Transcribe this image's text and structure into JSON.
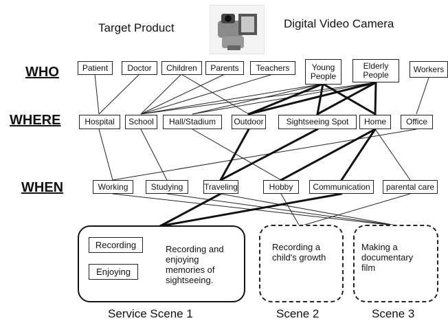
{
  "header": {
    "target_label": "Target Product",
    "product_name": "Digital Video Camera",
    "product_image_icon": "video-camera-photo"
  },
  "rows": {
    "who": "WHO",
    "where": "WHERE",
    "when": "WHEN"
  },
  "who": [
    "Patient",
    "Doctor",
    "Children",
    "Parents",
    "Teachers",
    "Young People",
    "Elderly People",
    "Workers"
  ],
  "where": [
    "Hospital",
    "School",
    "Hall/Stadium",
    "Outdoor",
    "Sightseeing Spot",
    "Home",
    "Office"
  ],
  "when": [
    "Working",
    "Studying",
    "Traveling",
    "Hobby",
    "Communication",
    "parental care"
  ],
  "scenes": {
    "scene1": {
      "caption": "Service Scene 1",
      "buttons": [
        "Recording",
        "Enjoying"
      ],
      "text": "Recording and enjoying memories of sightseeing."
    },
    "scene2": {
      "caption": "Scene 2",
      "text": "Recording a child's growth"
    },
    "scene3": {
      "caption": "Scene 3",
      "text": "Making a documentary film"
    }
  }
}
